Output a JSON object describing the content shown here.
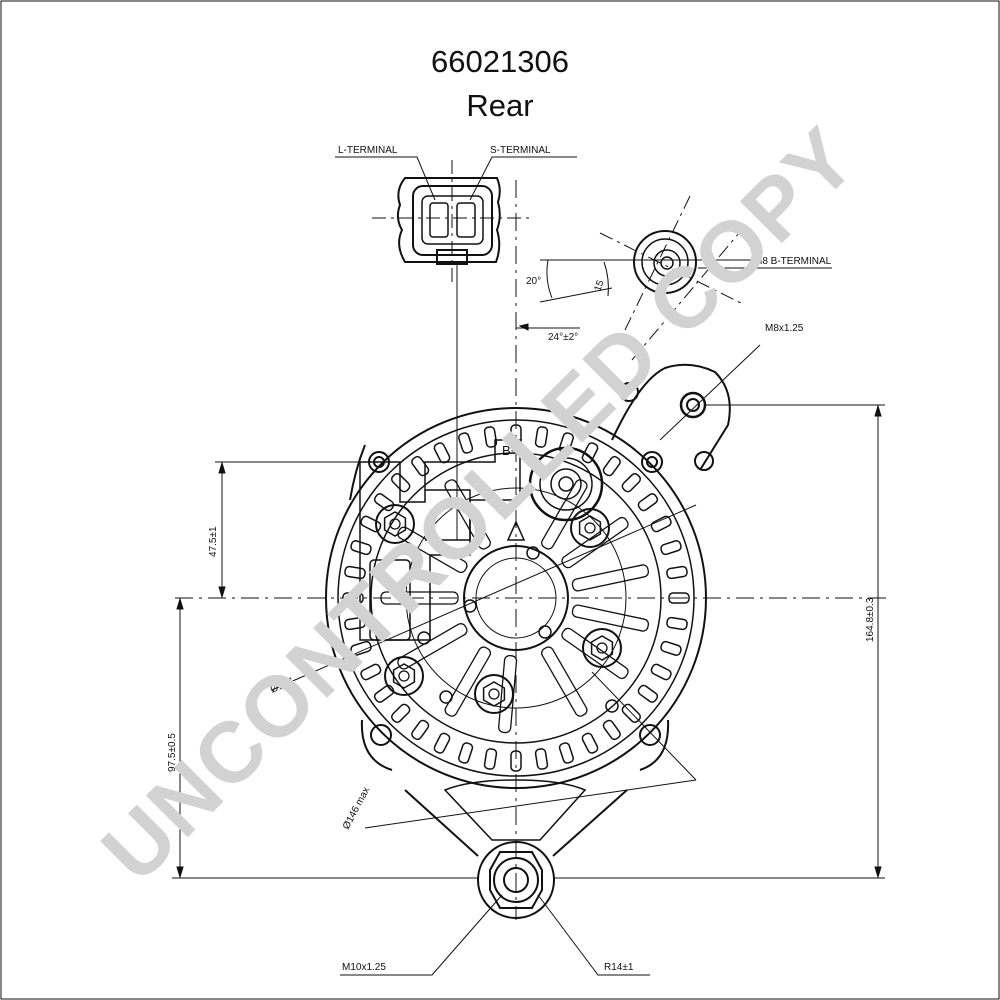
{
  "header": {
    "part_number": "66021306",
    "view": "Rear"
  },
  "connector": {
    "l_terminal": "L-TERMINAL",
    "s_terminal": "S-TERMINAL"
  },
  "b_terminal": {
    "label": "M8 B-TERMINAL",
    "angle_20": "20°",
    "dim_15": "15",
    "angle_24": "24°±2°",
    "mark": "B+"
  },
  "mounting": {
    "top_thread": "M8x1.25",
    "bottom_thread": "M10x1.25",
    "bottom_radius": "R14±1"
  },
  "dimensions": {
    "d_47_5": "47.5±1",
    "d_97_5": "97.5±0.5",
    "d_164_8": "164.8±0.3",
    "dia_134": "Ø134",
    "dia_146": "Ø146 max"
  },
  "watermark": "UNCONTROLLED COPY",
  "colors": {
    "line": "#111111",
    "watermark": "#d2d2d2"
  }
}
